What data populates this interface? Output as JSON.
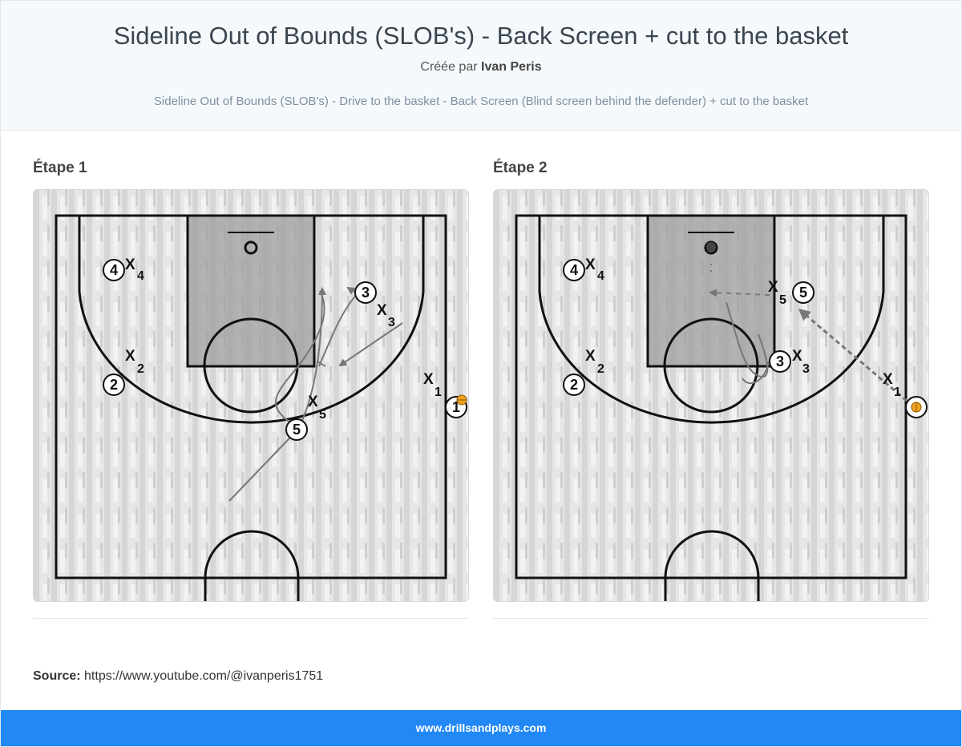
{
  "header": {
    "title": "Sideline Out of Bounds (SLOB's) - Back Screen + cut to the basket",
    "created_by_prefix": "Créée par",
    "author": "Ivan Peris",
    "description": "Sideline Out of Bounds (SLOB's) - Drive to the basket - Back Screen (Blind screen behind the defender) + cut to the basket"
  },
  "steps": [
    {
      "title": "Étape 1",
      "offense": [
        {
          "label": "4"
        },
        {
          "label": "3"
        },
        {
          "label": "2"
        },
        {
          "label": "5"
        },
        {
          "label": "1"
        }
      ],
      "defense": [
        {
          "mark": "X",
          "sub": "4"
        },
        {
          "mark": "X",
          "sub": "3"
        },
        {
          "mark": "X",
          "sub": "2"
        },
        {
          "mark": "X",
          "sub": "5"
        },
        {
          "mark": "X",
          "sub": "1"
        }
      ]
    },
    {
      "title": "Étape 2",
      "offense": [
        {
          "label": "4"
        },
        {
          "label": "5"
        },
        {
          "label": "3"
        },
        {
          "label": "2"
        }
      ],
      "defense": [
        {
          "mark": "X",
          "sub": "4"
        },
        {
          "mark": "X",
          "sub": "5"
        },
        {
          "mark": "X",
          "sub": "3"
        },
        {
          "mark": "X",
          "sub": "2"
        },
        {
          "mark": "X",
          "sub": "1"
        }
      ]
    }
  ],
  "source": {
    "label": "Source:",
    "url": "https://www.youtube.com/@ivanperis1751"
  },
  "footer": {
    "site": "www.drillsandplays.com"
  },
  "colors": {
    "header_bg": "#f5f9fc",
    "footer_bg": "#2288f6",
    "ball": "#f0a020",
    "paint": "#9a9a9a",
    "court_lines": "#111111",
    "movement": "#777777"
  },
  "icons": {
    "ball": "basketball-icon"
  }
}
